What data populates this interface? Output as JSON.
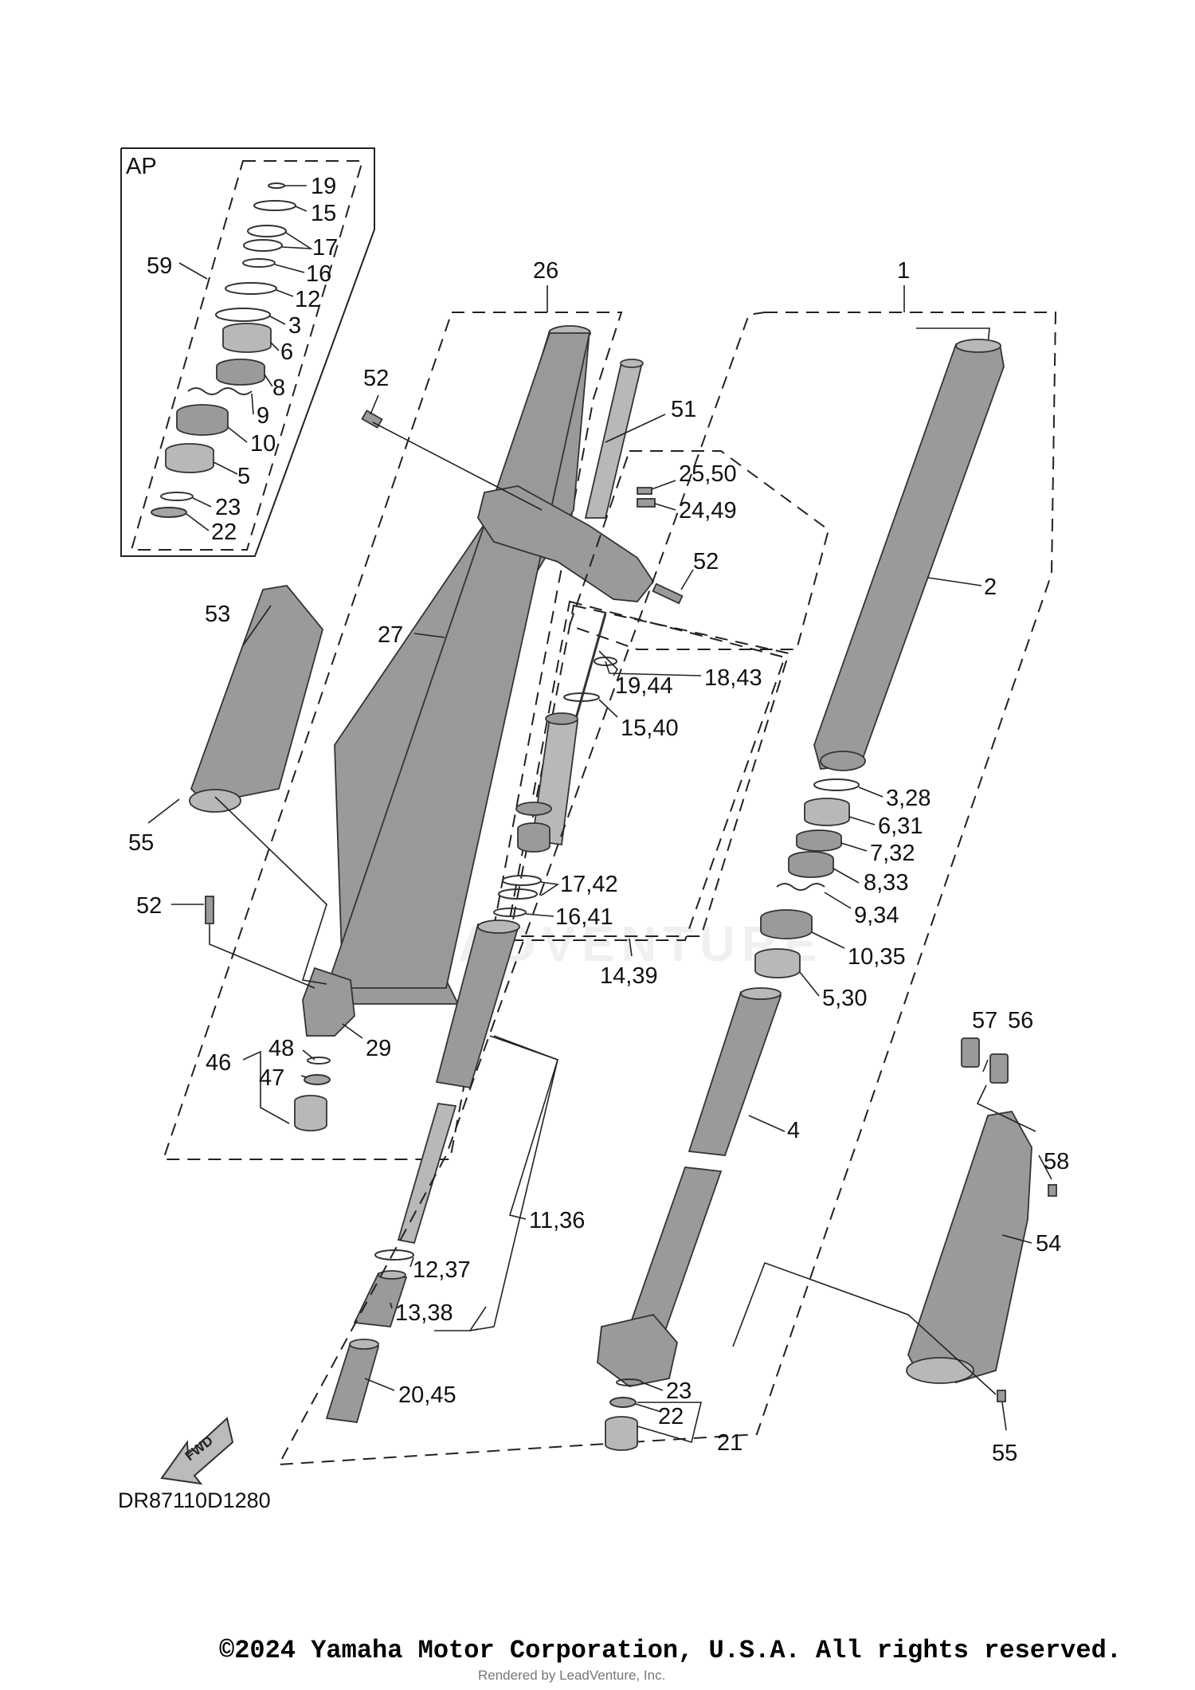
{
  "diagram": {
    "group_labels": {
      "ap": "AP"
    },
    "callouts": [
      {
        "id": "c19a",
        "text": "19"
      },
      {
        "id": "c15a",
        "text": "15"
      },
      {
        "id": "c17a",
        "text": "17"
      },
      {
        "id": "c16a",
        "text": "16"
      },
      {
        "id": "c12a",
        "text": "12"
      },
      {
        "id": "c3a",
        "text": "3"
      },
      {
        "id": "c6a",
        "text": "6"
      },
      {
        "id": "c8a",
        "text": "8"
      },
      {
        "id": "c9a",
        "text": "9"
      },
      {
        "id": "c10a",
        "text": "10"
      },
      {
        "id": "c5a",
        "text": "5"
      },
      {
        "id": "c23a",
        "text": "23"
      },
      {
        "id": "c22a",
        "text": "22"
      },
      {
        "id": "c59",
        "text": "59"
      },
      {
        "id": "c26",
        "text": "26"
      },
      {
        "id": "c1",
        "text": "1"
      },
      {
        "id": "c52a",
        "text": "52"
      },
      {
        "id": "c51",
        "text": "51"
      },
      {
        "id": "c2550",
        "text": "25,50"
      },
      {
        "id": "c2449",
        "text": "24,49"
      },
      {
        "id": "c52b",
        "text": "52"
      },
      {
        "id": "c2",
        "text": "2"
      },
      {
        "id": "c53",
        "text": "53"
      },
      {
        "id": "c27",
        "text": "27"
      },
      {
        "id": "c1944",
        "text": "19,44"
      },
      {
        "id": "c1843",
        "text": "18,43"
      },
      {
        "id": "c1540",
        "text": "15,40"
      },
      {
        "id": "c328",
        "text": "3,28"
      },
      {
        "id": "c631",
        "text": "6,31"
      },
      {
        "id": "c732",
        "text": "7,32"
      },
      {
        "id": "c833",
        "text": "8,33"
      },
      {
        "id": "c934",
        "text": "9,34"
      },
      {
        "id": "c1035",
        "text": "10,35"
      },
      {
        "id": "c530",
        "text": "5,30"
      },
      {
        "id": "c55a",
        "text": "55"
      },
      {
        "id": "c52c",
        "text": "52"
      },
      {
        "id": "c1742",
        "text": "17,42"
      },
      {
        "id": "c1641",
        "text": "16,41"
      },
      {
        "id": "c1439",
        "text": "14,39"
      },
      {
        "id": "c29",
        "text": "29"
      },
      {
        "id": "c48",
        "text": "48"
      },
      {
        "id": "c46",
        "text": "46"
      },
      {
        "id": "c47",
        "text": "47"
      },
      {
        "id": "c57",
        "text": "57"
      },
      {
        "id": "c56",
        "text": "56"
      },
      {
        "id": "c4",
        "text": "4"
      },
      {
        "id": "c58",
        "text": "58"
      },
      {
        "id": "c1136",
        "text": "11,36"
      },
      {
        "id": "c1237",
        "text": "12,37"
      },
      {
        "id": "c1338",
        "text": "13,38"
      },
      {
        "id": "c54",
        "text": "54"
      },
      {
        "id": "c2045",
        "text": "20,45"
      },
      {
        "id": "c23b",
        "text": "23"
      },
      {
        "id": "c22b",
        "text": "22"
      },
      {
        "id": "c21",
        "text": "21"
      },
      {
        "id": "c55b",
        "text": "55"
      }
    ],
    "fwd_label": "FWD",
    "diagram_code": "DR87110D1280",
    "watermark": "LEADVENTURE"
  },
  "footer": {
    "copyright": "©2024 Yamaha Motor Corporation, U.S.A. All rights reserved.",
    "rendered_by": "Rendered by LeadVenture, Inc."
  }
}
